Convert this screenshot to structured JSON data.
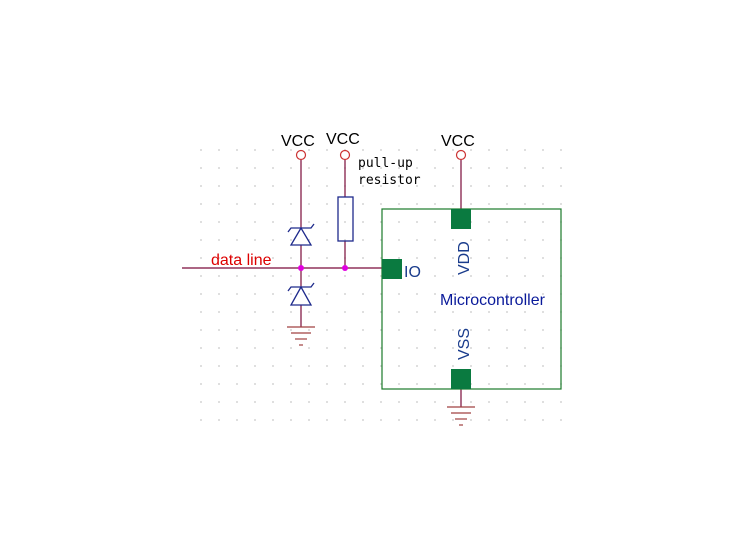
{
  "labels": {
    "vcc_zener": "VCC",
    "vcc_pullup": "VCC",
    "vcc_mcu": "VCC",
    "pullup_line1": "pull-up",
    "pullup_line2": "resistor",
    "data_line": "data line",
    "io_pin": "IO",
    "vdd_pin": "VDD",
    "vss_pin": "VSS",
    "microcontroller": "Microcontroller"
  },
  "colors": {
    "wire": "#7a0a3a",
    "component": "#1e2a8c",
    "ic_outline": "#1a7a2a",
    "pin_pad": "#0a7a40",
    "data_label": "#dd0000",
    "pin_label": "#1a3c8c",
    "net_node": "#e000e0",
    "vcc_terminal": "#cc3333"
  }
}
